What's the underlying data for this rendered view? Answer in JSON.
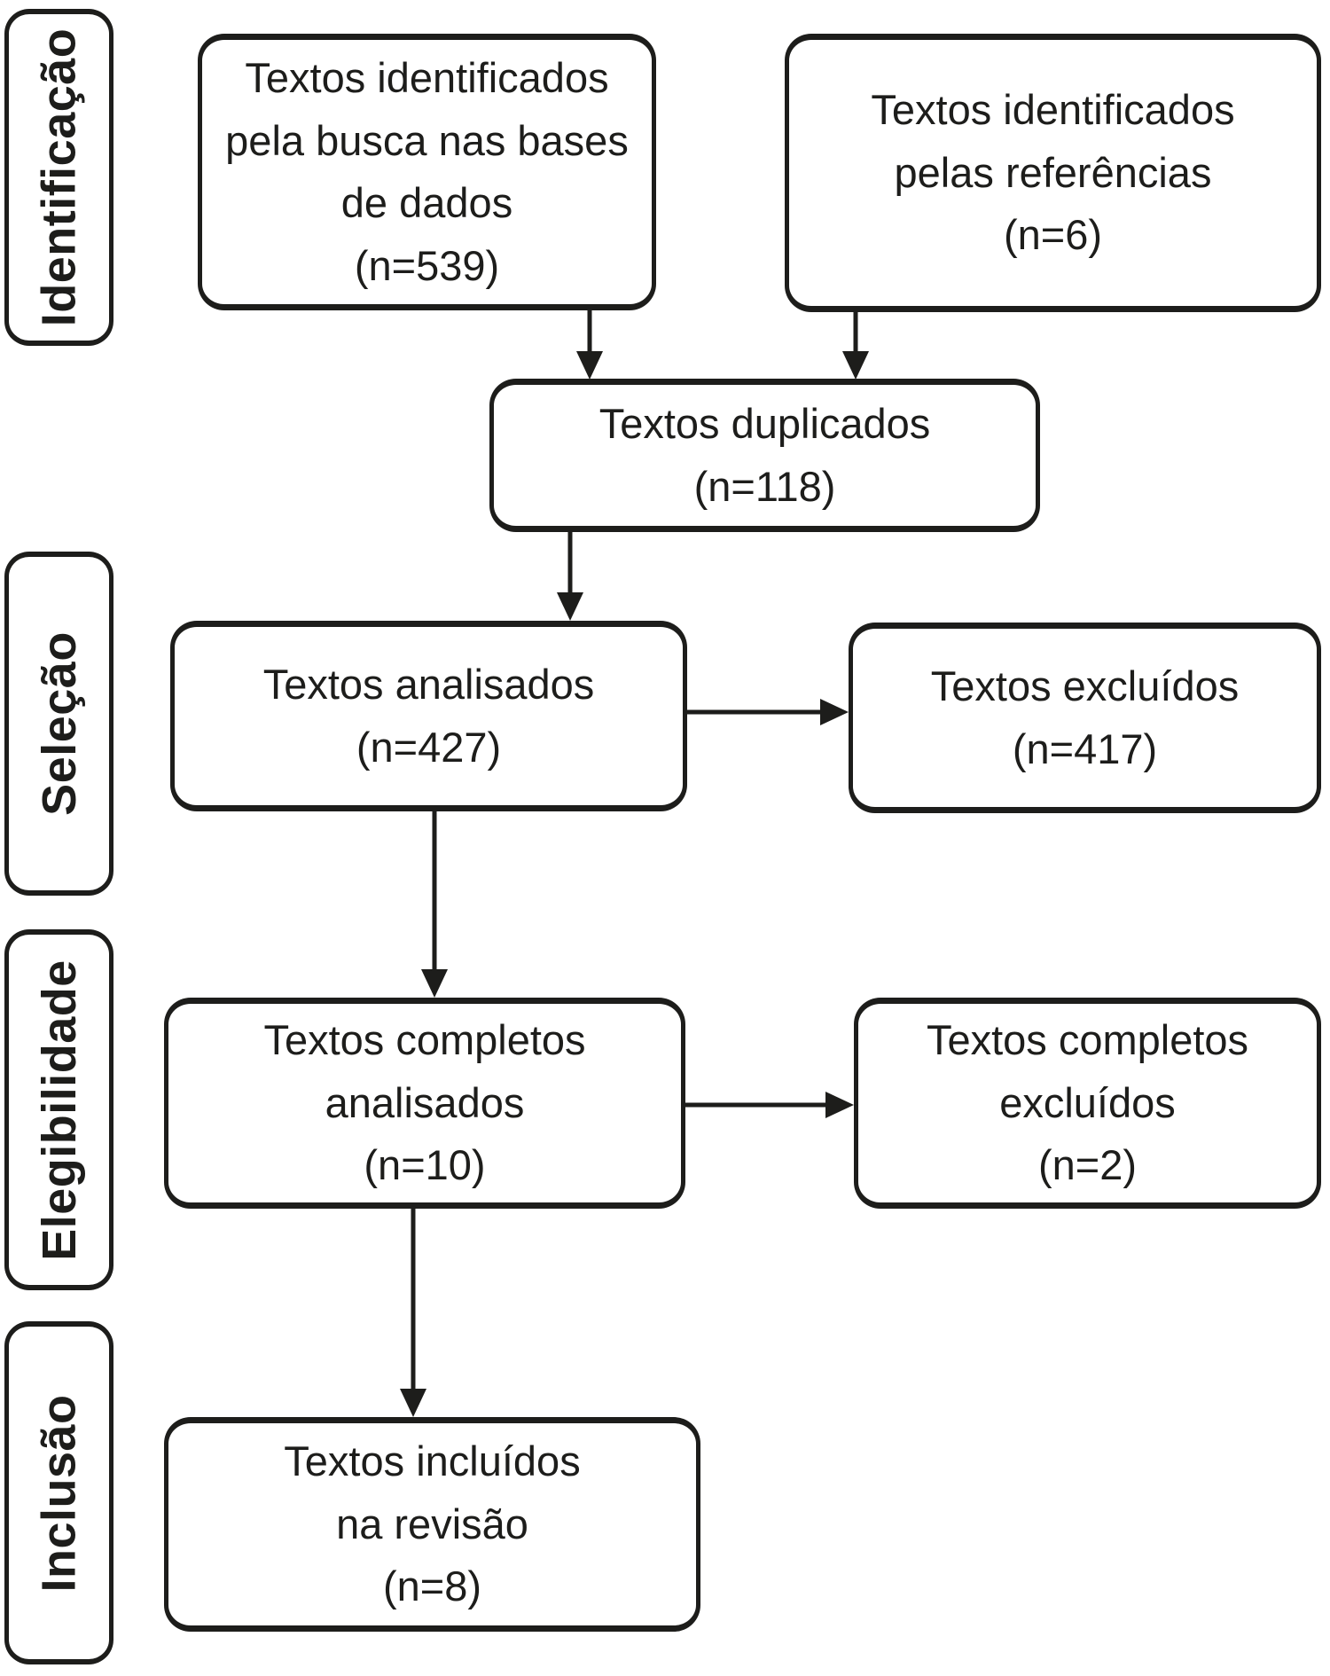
{
  "diagram": {
    "type": "prisma-flow",
    "stages": [
      {
        "label": "Identificação"
      },
      {
        "label": "Seleção"
      },
      {
        "label": "Elegibilidade"
      },
      {
        "label": "Inclusão"
      }
    ],
    "nodes": {
      "identified_databases": {
        "text": "Textos identificados\npela busca nas bases\nde dados\n(n=539)",
        "count": 539
      },
      "identified_references": {
        "text": "Textos identificados\npelas referências\n(n=6)",
        "count": 6
      },
      "duplicates": {
        "text": "Textos duplicados\n(n=118)",
        "count": 118
      },
      "screened": {
        "text": "Textos analisados\n(n=427)",
        "count": 427
      },
      "screened_excluded": {
        "text": "Textos excluídos\n(n=417)",
        "count": 417
      },
      "fulltext": {
        "text": "Textos completos\nanalisados\n(n=10)",
        "count": 10
      },
      "fulltext_excluded": {
        "text": "Textos completos\nexcluídos\n(n=2)",
        "count": 2
      },
      "included": {
        "text": "Textos incluídos\nna revisão\n(n=8)",
        "count": 8
      }
    },
    "edges": [
      {
        "from": "identified_databases",
        "to": "duplicates"
      },
      {
        "from": "identified_references",
        "to": "duplicates"
      },
      {
        "from": "duplicates",
        "to": "screened"
      },
      {
        "from": "screened",
        "to": "screened_excluded"
      },
      {
        "from": "screened",
        "to": "fulltext"
      },
      {
        "from": "fulltext",
        "to": "fulltext_excluded"
      },
      {
        "from": "fulltext",
        "to": "included"
      }
    ]
  },
  "colors": {
    "stroke": "#1d1d1b",
    "background": "#ffffff",
    "text": "#1d1d1b"
  }
}
